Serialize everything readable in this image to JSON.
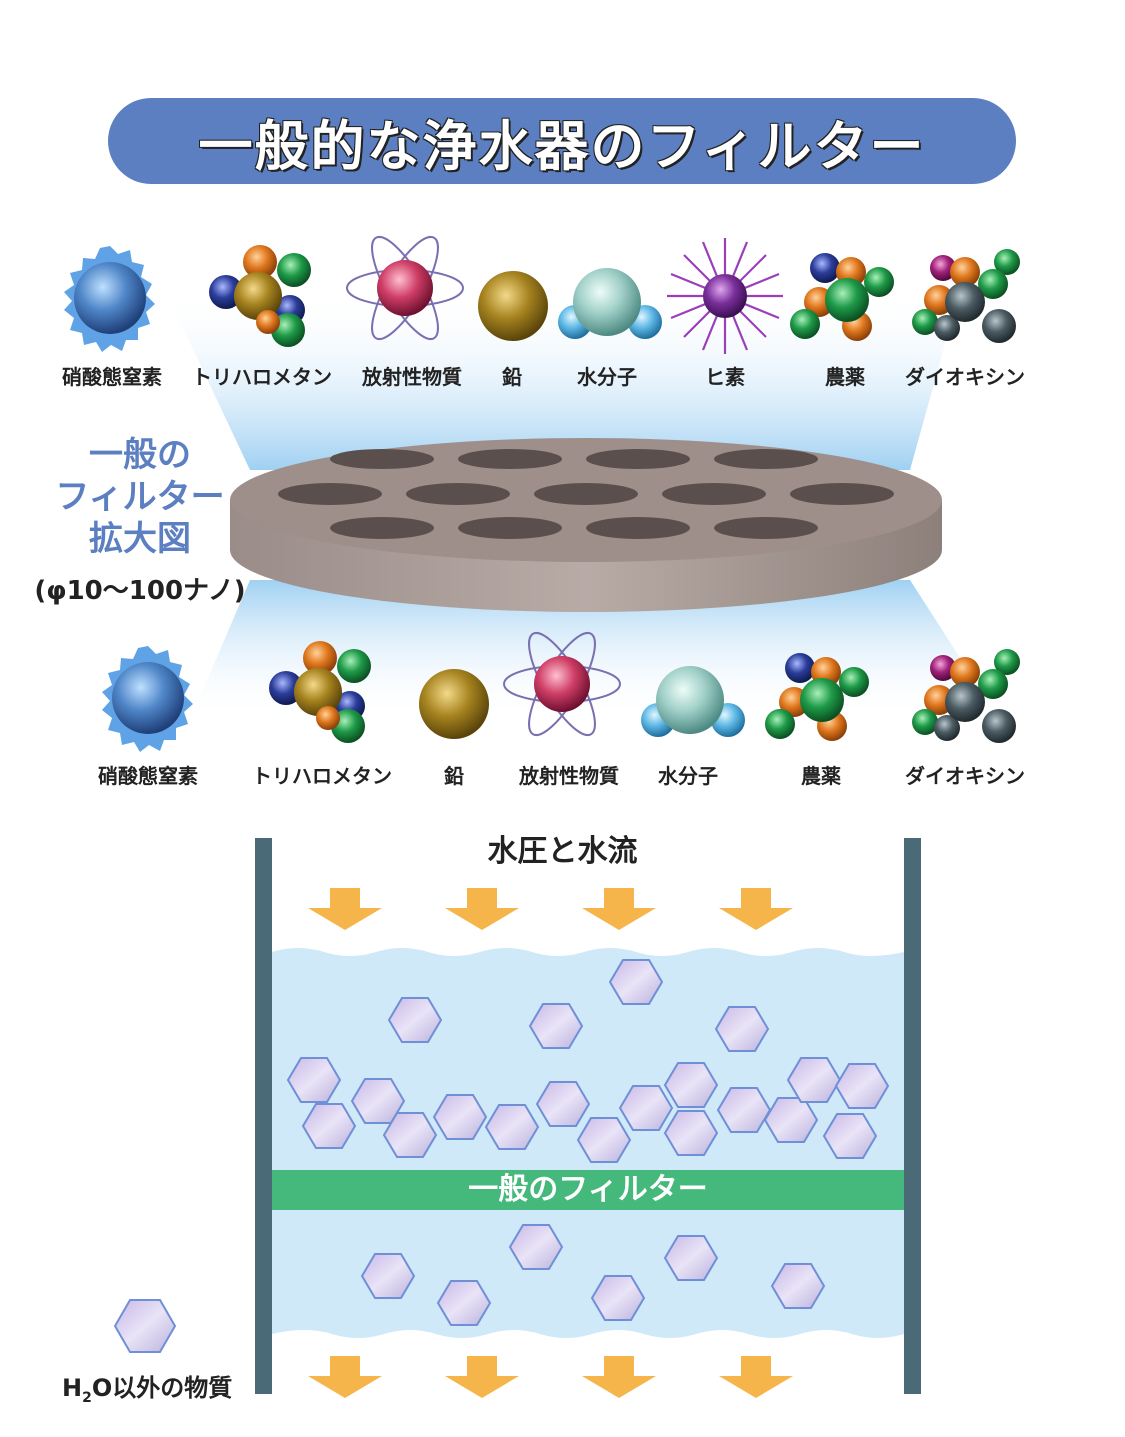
{
  "title": "一般的な浄水器のフィルター",
  "top_row": [
    "硝酸態窒素",
    "トリハロメタン",
    "放射性物質",
    "鉛",
    "水分子",
    "ヒ素",
    "農薬",
    "ダイオキシン"
  ],
  "bottom_row": [
    "硝酸態窒素",
    "トリハロメタン",
    "鉛",
    "放射性物質",
    "水分子",
    "農薬",
    "ダイオキシン"
  ],
  "filter_label": [
    "一般の",
    "フィルター",
    "拡大図"
  ],
  "filter_size": "(φ10〜100ナノ)",
  "flow_title": "水圧と水流",
  "filter_bar": "一般のフィルター",
  "legend": {
    "h": "H",
    "sub": "2",
    "rest": "O以外の物質"
  },
  "colors": {
    "banner": "#5b7fc1",
    "filter_bar": "#45b97c",
    "arrow": "#f5b54a",
    "wall": "#4a6a78",
    "water": "#cfe9f8"
  }
}
